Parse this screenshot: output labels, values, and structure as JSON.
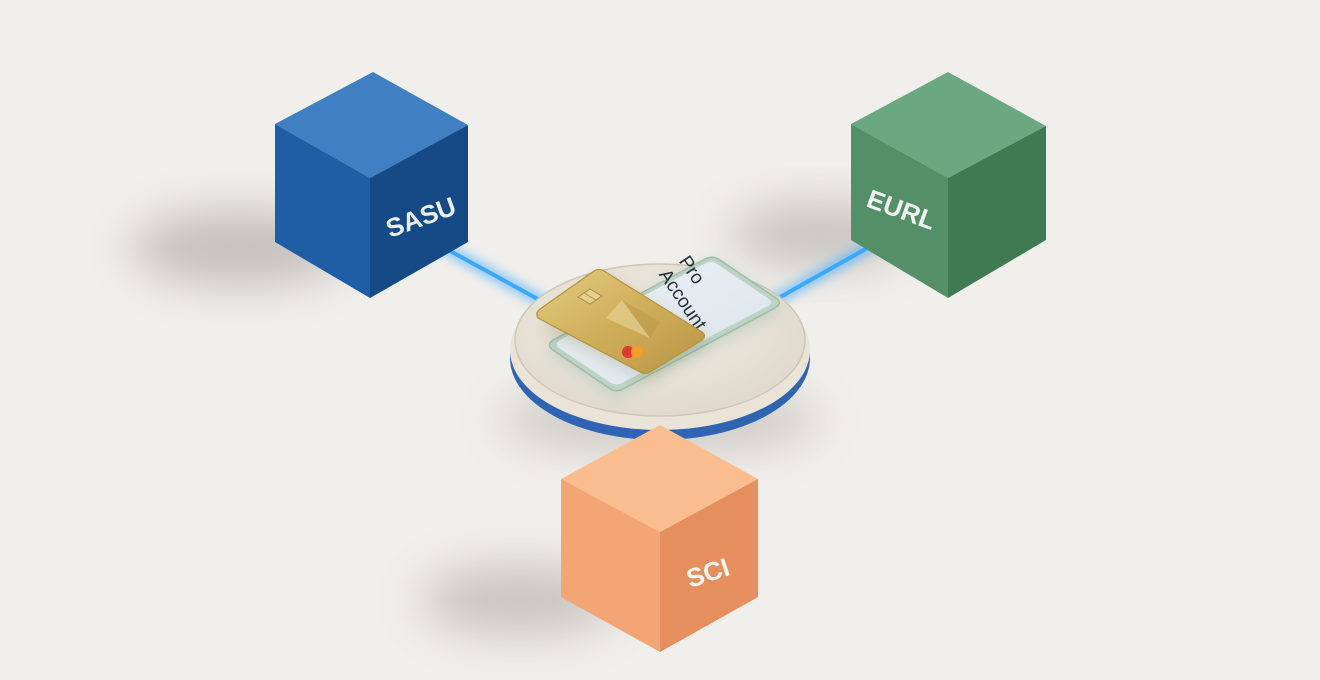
{
  "background_color": "#f1efeb",
  "cubes": {
    "sasu": {
      "label": "SASU",
      "colors": {
        "top": "#3f7fc2",
        "left": "#1f5da5",
        "right": "#164a87"
      }
    },
    "eurl": {
      "label": "EURL",
      "colors": {
        "top": "#6ba780",
        "left": "#548f68",
        "right": "#3f7a52"
      }
    },
    "sci": {
      "label": "SCI",
      "colors": {
        "top": "#f9bd8f",
        "left": "#f2a676",
        "right": "#e58f5f"
      }
    }
  },
  "connector_color": "#3aa8ff",
  "hub": {
    "phone": {
      "line1": "Pro",
      "line2": "Account"
    },
    "card": {
      "color": "#d2b15a",
      "brand_icon": "mastercard-logo"
    }
  }
}
